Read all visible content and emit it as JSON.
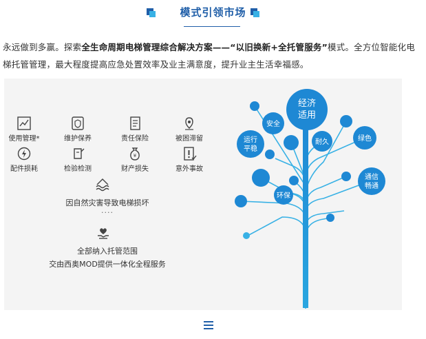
{
  "section": {
    "title": "模式引领市场"
  },
  "intro": {
    "part1": "永远做到多赢。探索",
    "bold1": "全生命周期电梯管理综合解决方案——“以旧换新+全托管服务”",
    "part2": "模式。全方位智能化电梯托管管理，最大程度提高应急处置效率及业主满意度，提升业主生活幸福感。"
  },
  "risks": [
    {
      "label": "使用管理*",
      "icon": "chart-icon"
    },
    {
      "label": "维护保养",
      "icon": "shield-icon"
    },
    {
      "label": "责任保险",
      "icon": "document-icon"
    },
    {
      "label": "被困滞留",
      "icon": "location-pin-icon"
    },
    {
      "label": "配件损耗",
      "icon": "lightning-icon"
    },
    {
      "label": "检验检测",
      "icon": "inspection-icon"
    },
    {
      "label": "财产损失",
      "icon": "money-bag-icon"
    },
    {
      "label": "意外事故",
      "icon": "warning-doc-icon"
    }
  ],
  "disaster": {
    "label": "因自然灾害导致电梯损坏",
    "icon": "flood-icon"
  },
  "dots": "····",
  "summary": {
    "line1": "全部纳入托管范围",
    "line2": "交由西奥MOD提供一体化全程服务",
    "icon": "heart-hand-icon"
  },
  "tree": {
    "root": "经济\n适用",
    "nodes": [
      "安全",
      "运行\n平稳",
      "耐久",
      "绿色",
      "通信\n畅通",
      "环保"
    ]
  },
  "colors": {
    "primary": "#1f5ea8",
    "accent": "#38b1e5",
    "node_blue": "#1e88d4"
  }
}
